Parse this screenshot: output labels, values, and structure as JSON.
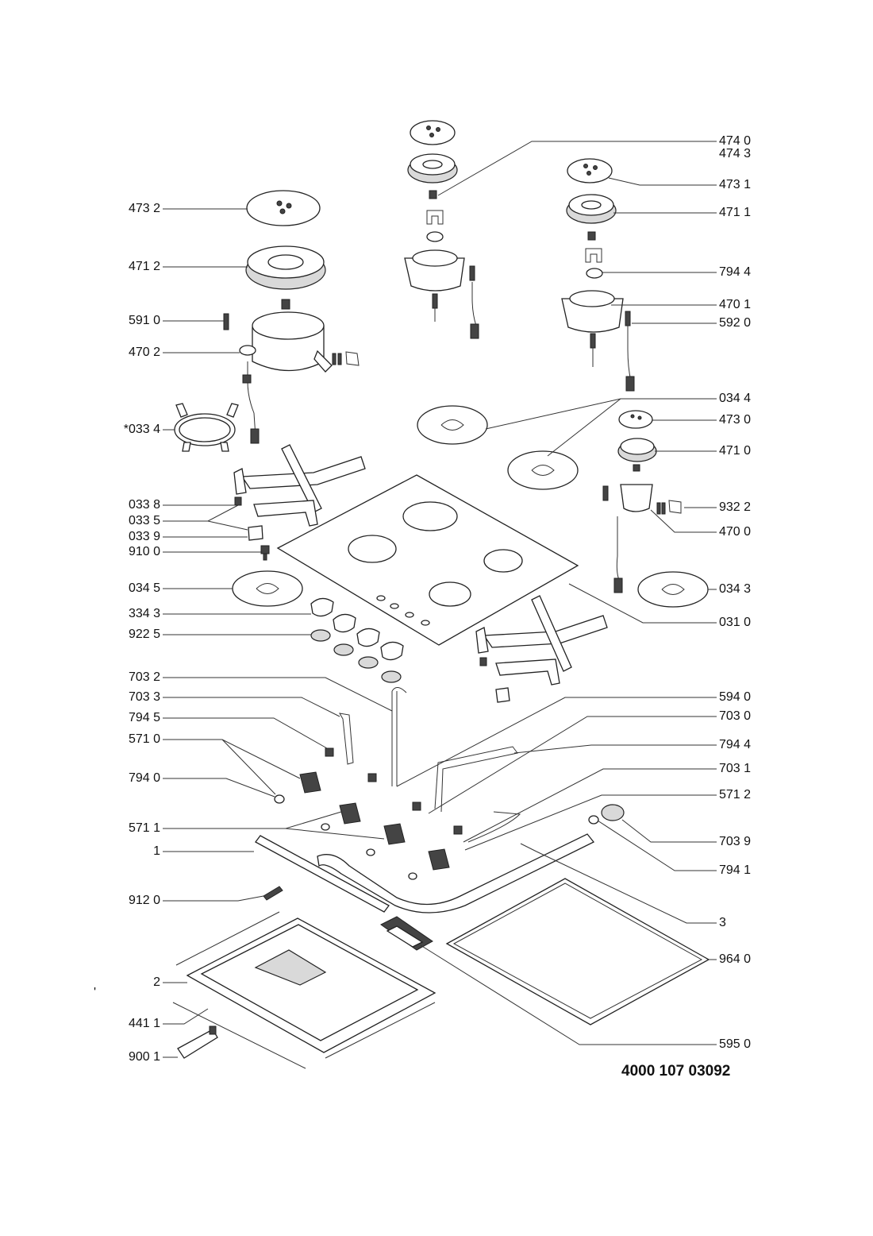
{
  "diagram": {
    "drawing_number": "4000 107 03092",
    "stray_mark": "'",
    "labels": {
      "r_474_0": "474 0",
      "r_474_3": "474 3",
      "r_473_1": "473 1",
      "r_471_1": "471 1",
      "r_794_4a": "794 4",
      "r_470_1": "470 1",
      "r_592_0": "592 0",
      "r_034_4": "034 4",
      "r_473_0": "473 0",
      "r_471_0": "471 0",
      "r_932_2": "932 2",
      "r_470_0": "470 0",
      "r_034_3": "034 3",
      "r_031_0": "031 0",
      "r_594_0": "594 0",
      "r_703_0": "703 0",
      "r_794_4b": "794 4",
      "r_703_1": "703 1",
      "r_571_2": "571 2",
      "r_703_9": "703 9",
      "r_794_1": "794 1",
      "r_3": "3",
      "r_964_0": "964 0",
      "r_595_0": "595 0",
      "l_473_2": "473 2",
      "l_471_2": "471 2",
      "l_591_0": "591 0",
      "l_470_2": "470 2",
      "l_033_4": "*033 4",
      "l_033_8": "033 8",
      "l_033_5": "033 5",
      "l_033_9": "033 9",
      "l_910_0": "910 0",
      "l_034_5": "034 5",
      "l_334_3": "334 3",
      "l_922_5": "922 5",
      "l_703_2": "703 2",
      "l_703_3": "703 3",
      "l_794_5": "794 5",
      "l_571_0": "571 0",
      "l_794_0": "794 0",
      "l_571_1": "571 1",
      "l_1": "1",
      "l_912_0": "912 0",
      "l_2": "2",
      "l_441_1": "441 1",
      "l_900_1": "900 1"
    }
  }
}
